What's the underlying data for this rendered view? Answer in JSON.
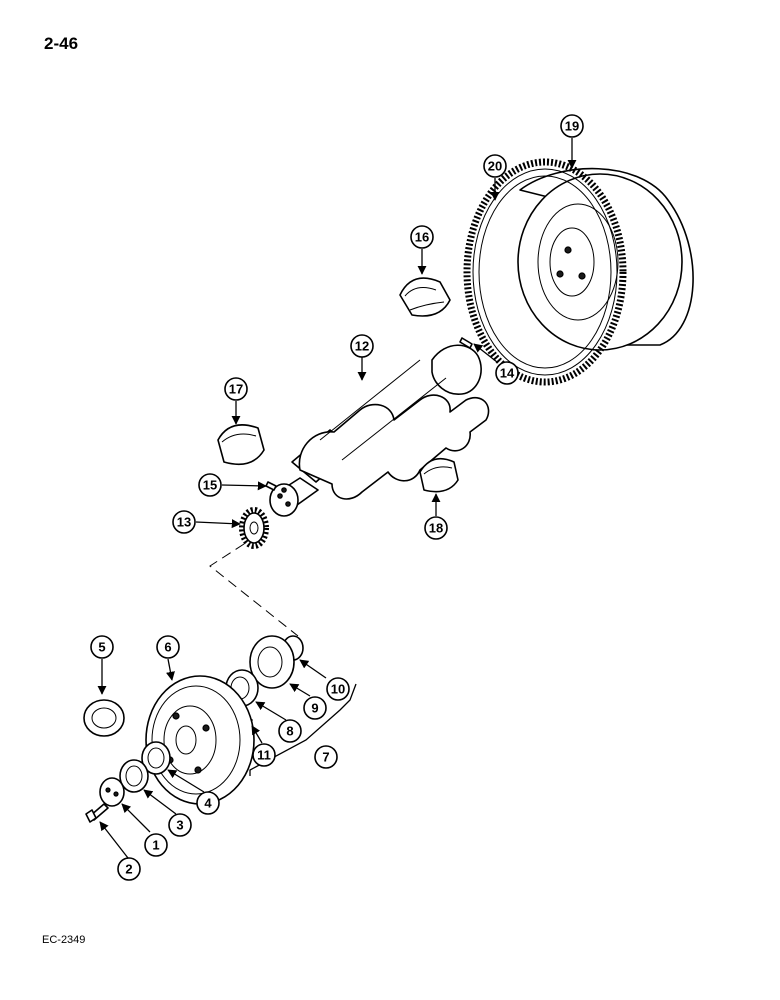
{
  "page_number": "2-46",
  "reference_code": "EC-2349",
  "callouts": [
    {
      "id": "1",
      "label": "1"
    },
    {
      "id": "2",
      "label": "2"
    },
    {
      "id": "3",
      "label": "3"
    },
    {
      "id": "4",
      "label": "4"
    },
    {
      "id": "5",
      "label": "5"
    },
    {
      "id": "6",
      "label": "6"
    },
    {
      "id": "7",
      "label": "7"
    },
    {
      "id": "8",
      "label": "8"
    },
    {
      "id": "9",
      "label": "9"
    },
    {
      "id": "10",
      "label": "10"
    },
    {
      "id": "11",
      "label": "11"
    },
    {
      "id": "12",
      "label": "12"
    },
    {
      "id": "13",
      "label": "13"
    },
    {
      "id": "14",
      "label": "14"
    },
    {
      "id": "15",
      "label": "15"
    },
    {
      "id": "16",
      "label": "16"
    },
    {
      "id": "17",
      "label": "17"
    },
    {
      "id": "18",
      "label": "18"
    },
    {
      "id": "19",
      "label": "19"
    },
    {
      "id": "20",
      "label": "20"
    }
  ]
}
